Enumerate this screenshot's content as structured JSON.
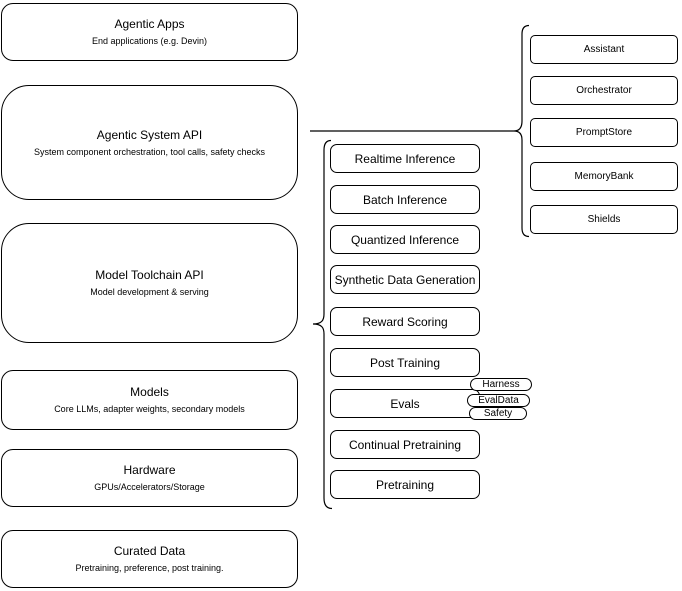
{
  "diagram": {
    "stack": [
      {
        "title": "Agentic Apps",
        "subtitle": "End applications (e.g. Devin)"
      },
      {
        "title": "Agentic System API",
        "subtitle": "System component orchestration, tool calls, safety checks"
      },
      {
        "title": "Model Toolchain API",
        "subtitle": "Model development & serving"
      },
      {
        "title": "Models",
        "subtitle": "Core LLMs, adapter weights, secondary models"
      },
      {
        "title": "Hardware",
        "subtitle": "GPUs/Accelerators/Storage"
      },
      {
        "title": "Curated Data",
        "subtitle": "Pretraining, preference, post training."
      }
    ],
    "toolchain_items": [
      "Realtime Inference",
      "Batch Inference",
      "Quantized Inference",
      "Synthetic Data Generation",
      "Reward Scoring",
      "Post Training",
      "Evals",
      "Continual Pretraining",
      "Pretraining"
    ],
    "eval_tags": [
      "Harness",
      "EvalData",
      "Safety"
    ],
    "system_components": [
      "Assistant",
      "Orchestrator",
      "PromptStore",
      "MemoryBank",
      "Shields"
    ],
    "colors": {
      "stroke": "#000000",
      "fill": "#ffffff",
      "background": "#ffffff",
      "text": "#000000"
    }
  }
}
